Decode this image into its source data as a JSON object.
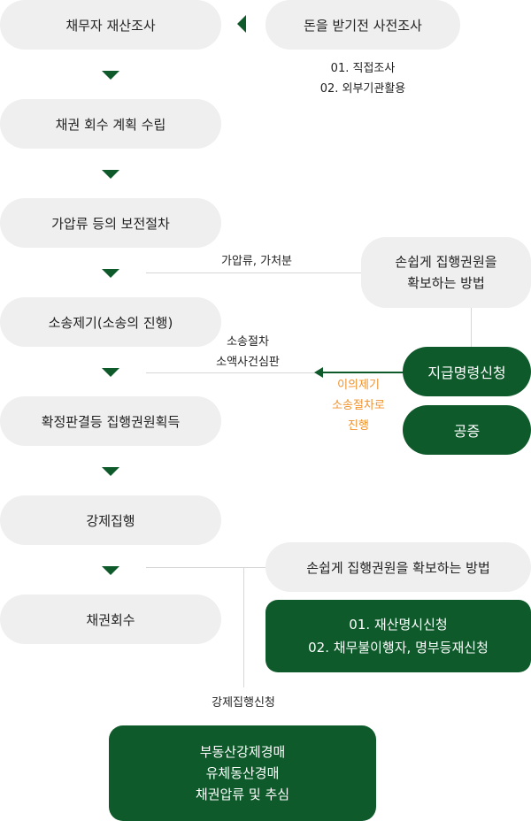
{
  "flow": {
    "step1": "채무자 재산조사",
    "step2": "채권 회수 계획 수립",
    "step3": "가압류 등의 보전절차",
    "step4": "소송제기(소송의 진행)",
    "step5": "확정판결등 집행권원획득",
    "step6": "강제집행",
    "step7": "채권회수"
  },
  "pre_survey": {
    "title": "돈을 받기전 사전조사",
    "items": [
      "01. 직접조사",
      "02. 외부기관활용"
    ]
  },
  "preservation": {
    "label": "가압류, 가처분"
  },
  "easy_method_1": {
    "lines": [
      "손쉽게 집행권원을",
      "확보하는 방법"
    ]
  },
  "litigation": {
    "lines": [
      "소송절차",
      "소액사건심판"
    ]
  },
  "payment_order": {
    "label": "지급명령신청",
    "note_lines": [
      "이의제기",
      "소송절차로",
      "진행"
    ]
  },
  "notary": {
    "label": "공증"
  },
  "easy_method_2": {
    "label": "손쉽게 집행권원을 확보하는 방법"
  },
  "asset_box": {
    "lines": [
      "01. 재산명시신청",
      "02. 채무불이행자, 명부등재신청"
    ]
  },
  "enforcement": {
    "label": "강제집행신청",
    "lines": [
      "부동산강제경매",
      "유체동산경매",
      "채권압류 및 추심"
    ]
  },
  "colors": {
    "green": "#0e5a2b",
    "pill_gray": "#efefef",
    "orange": "#f0932f",
    "line_gray": "#d6d6d6"
  }
}
